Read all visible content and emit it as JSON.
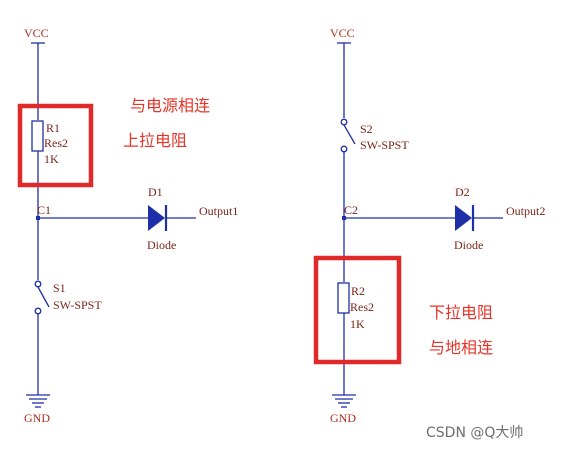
{
  "left_circuit": {
    "vcc": "VCC",
    "gnd": "GND",
    "resistor": {
      "ref": "R1",
      "part": "Res2",
      "value": "1K"
    },
    "node": "C1",
    "diode": {
      "ref": "D1",
      "part": "Diode"
    },
    "output": "Output1",
    "switch": {
      "ref": "S1",
      "part": "SW-SPST"
    },
    "annotation_line1": "与电源相连",
    "annotation_line2": "上拉电阻"
  },
  "right_circuit": {
    "vcc": "VCC",
    "gnd": "GND",
    "resistor": {
      "ref": "R2",
      "part": "Res2",
      "value": "1K"
    },
    "node": "C2",
    "diode": {
      "ref": "D2",
      "part": "Diode"
    },
    "output": "Output2",
    "switch": {
      "ref": "S2",
      "part": "SW-SPST"
    },
    "annotation_line1": "下拉电阻",
    "annotation_line2": "与地相连"
  },
  "watermark": "CSDN @Q大帅",
  "colors": {
    "wire": "#1f2fa8",
    "label": "#7a2418",
    "highlight": "#e02a2a"
  }
}
